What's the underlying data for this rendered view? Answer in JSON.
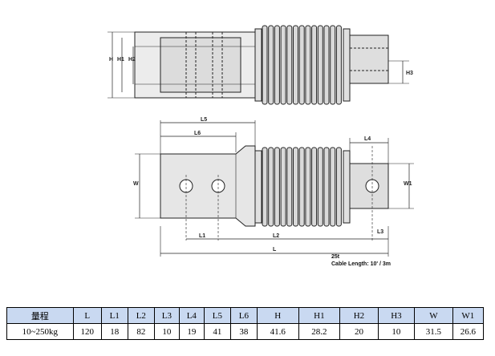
{
  "drawing": {
    "top_labels": {
      "H": "H",
      "H1": "H1",
      "H2": "H2",
      "H3": "H3"
    },
    "bottom_labels": {
      "L": "L",
      "L1": "L1",
      "L2": "L2",
      "L3": "L3",
      "L4": "L4",
      "L5": "L5",
      "L6": "L6",
      "W": "W",
      "W1": "W1"
    },
    "capacity_note": "25t",
    "cable_note": "Cable Length: 10' / 3m"
  },
  "spec_table": {
    "headers": [
      "量程",
      "L",
      "L1",
      "L2",
      "L3",
      "L4",
      "L5",
      "L6",
      "H",
      "H1",
      "H2",
      "H3",
      "W",
      "W1"
    ],
    "row": [
      "10~250kg",
      "120",
      "18",
      "82",
      "10",
      "19",
      "41",
      "38",
      "41.6",
      "28.2",
      "20",
      "10",
      "31.5",
      "26.6"
    ]
  },
  "colors": {
    "table_header_bg": "#c9d9f1",
    "line": "#222222"
  }
}
